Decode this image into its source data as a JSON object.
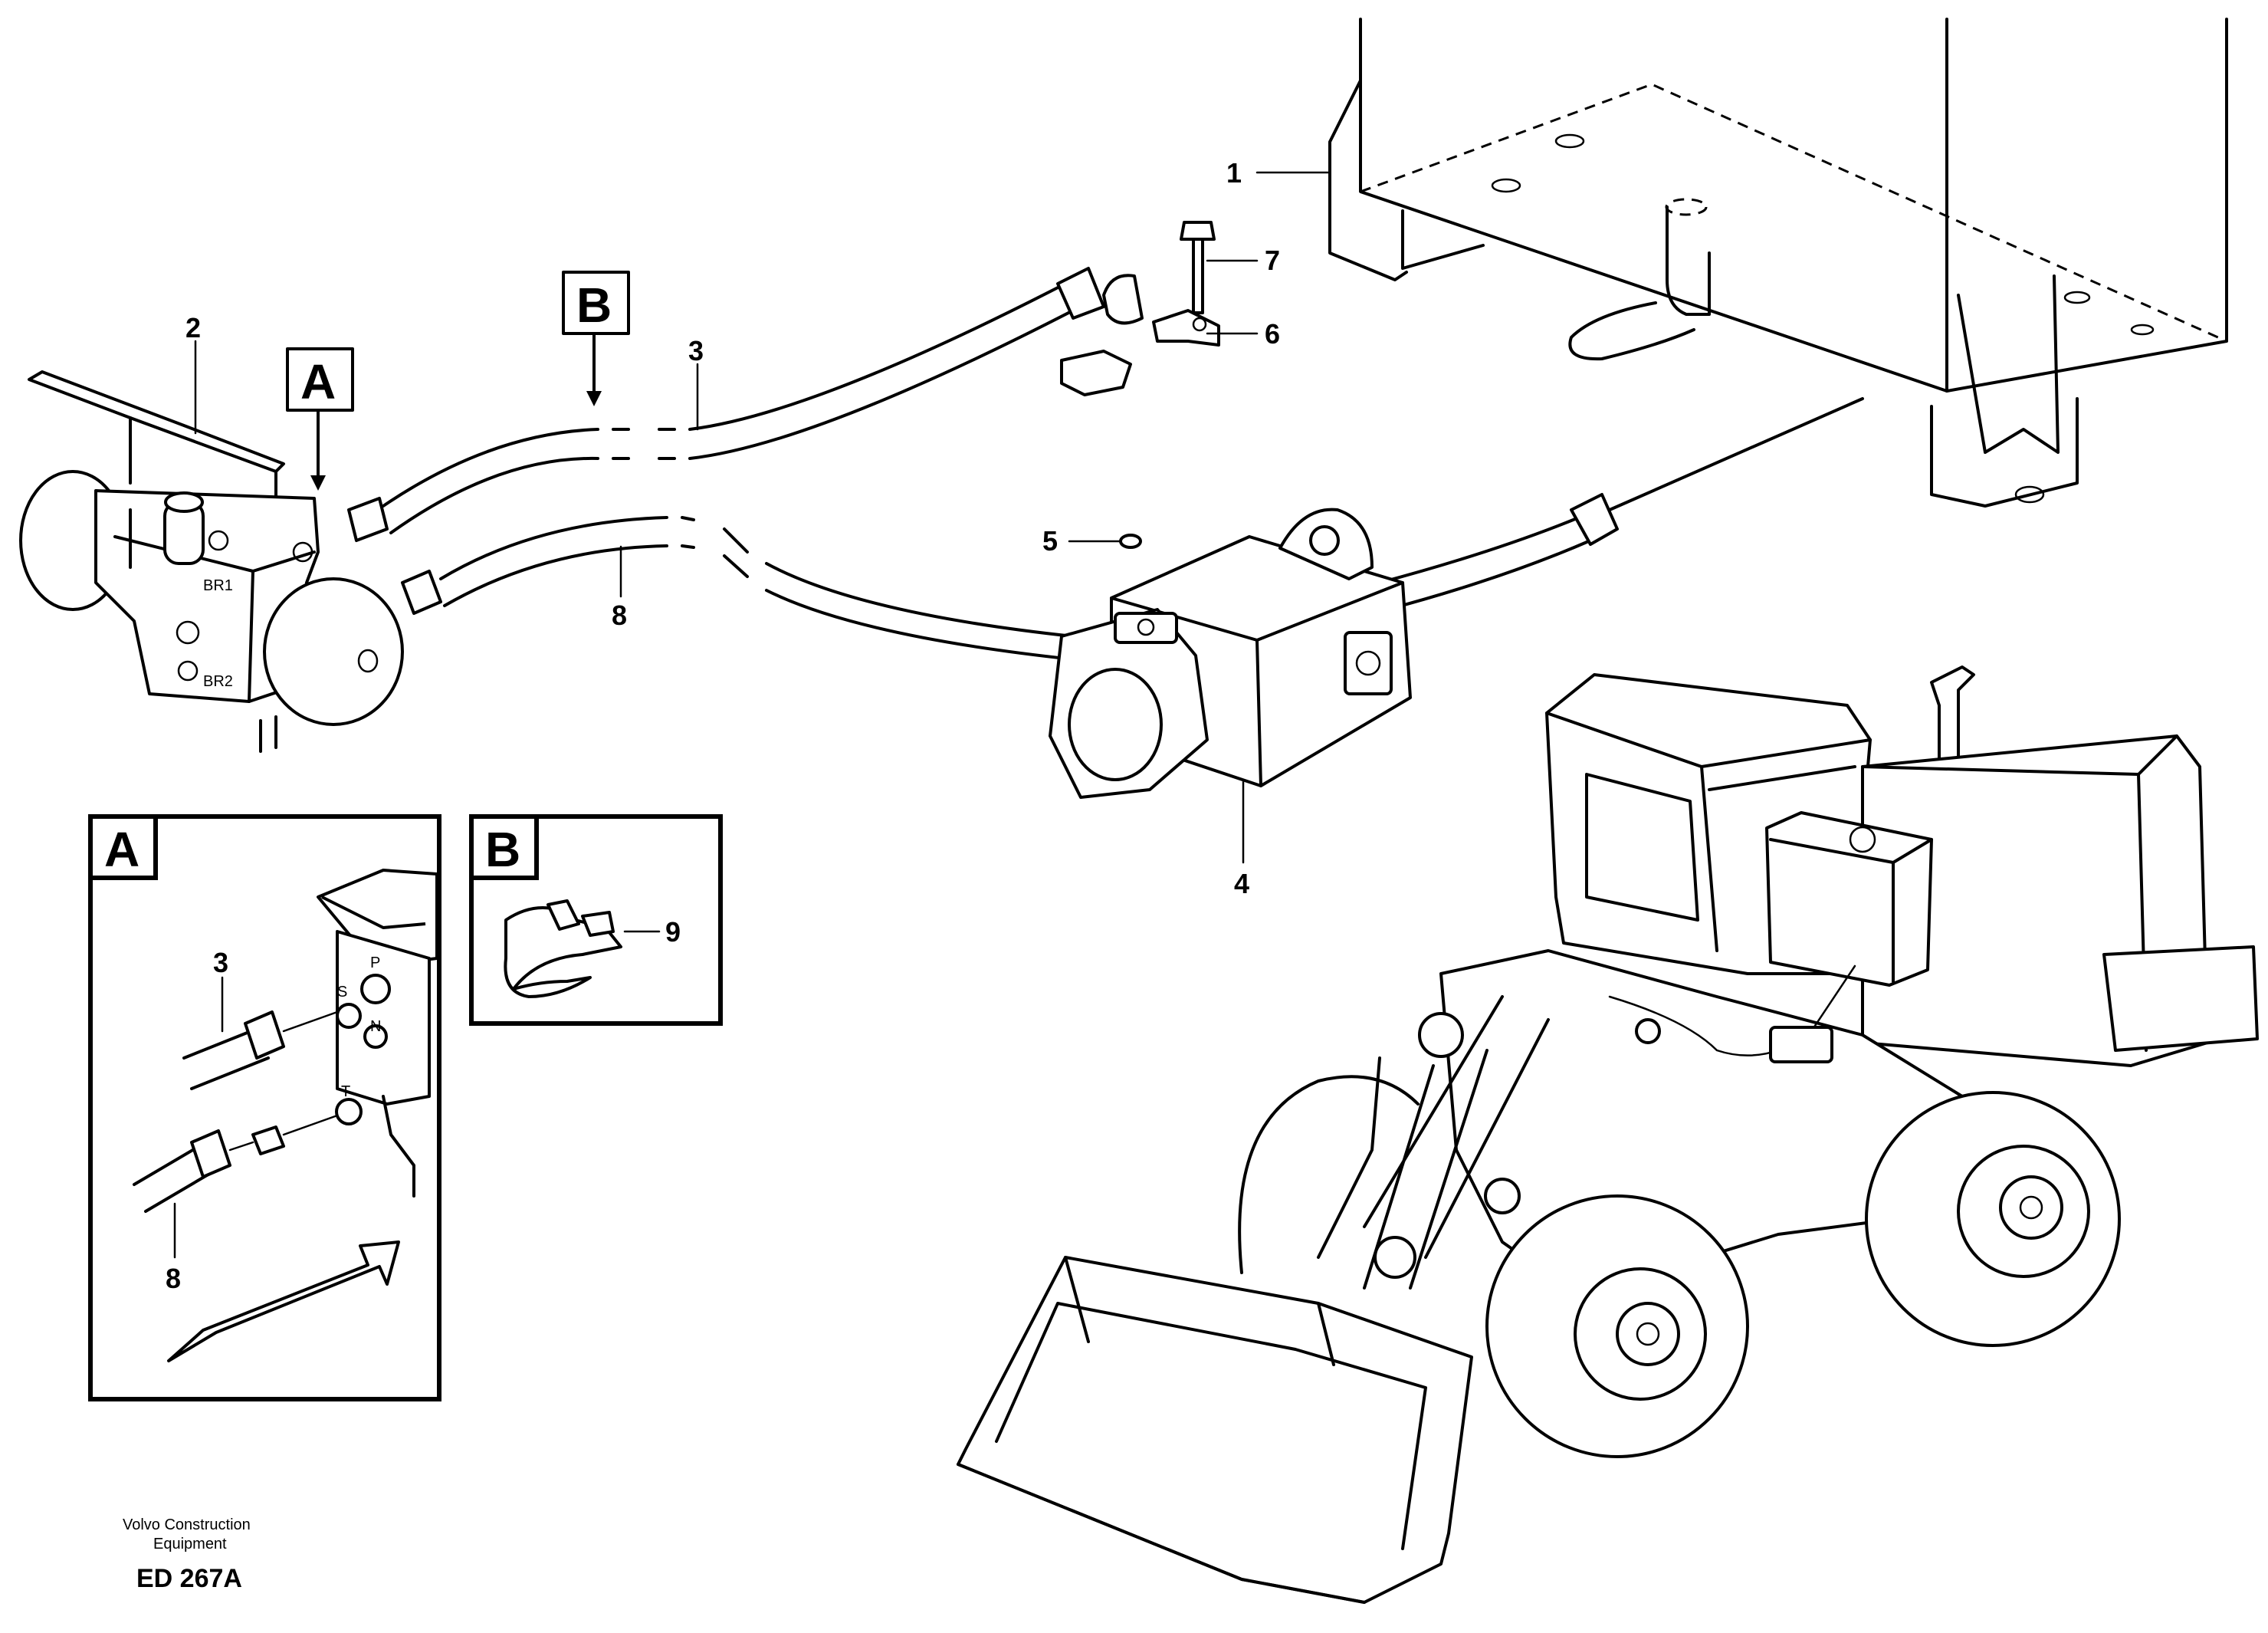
{
  "callouts": {
    "c1": "1",
    "c2": "2",
    "c3": "3",
    "c4": "4",
    "c5": "5",
    "c6": "6",
    "c7": "7",
    "c8": "8",
    "c9": "9"
  },
  "detail_flags": {
    "a": "A",
    "b": "B"
  },
  "inset_a": {
    "title": "A",
    "c3": "3",
    "c8": "8",
    "port_p": "P",
    "port_s": "S",
    "port_n": "N",
    "port_t": "T"
  },
  "inset_b": {
    "title": "B",
    "c9": "9"
  },
  "valve_ports": {
    "br1": "BR1",
    "br2": "BR2"
  },
  "footer": {
    "maker_line1": "Volvo Construction",
    "maker_line2": "Equipment",
    "code": "ED 267A"
  }
}
